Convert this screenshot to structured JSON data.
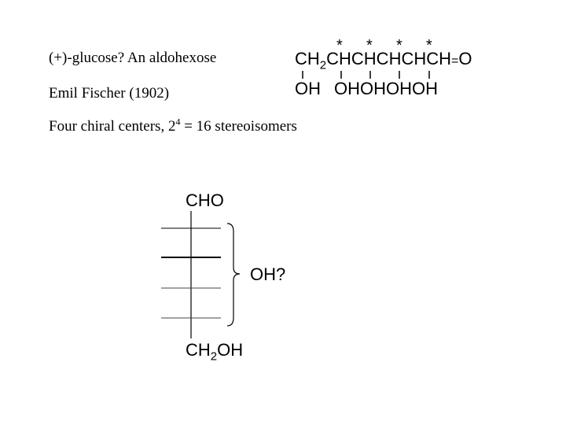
{
  "lines": {
    "line1": "(+)-glucose?  An aldohexose",
    "line2": "Emil Fischer (1902)",
    "line3_pre": "Four chiral centers, 2",
    "line3_exp": "4",
    "line3_post": " = 16 stereoisomers"
  },
  "formula": {
    "top": {
      "ch2_main": "CH",
      "ch2_sub": "2",
      "chain": "CHCHCHCHCH",
      "eq": "=",
      "o": "O"
    },
    "stars": [
      "*",
      "*",
      "*",
      "*"
    ],
    "bottom_oh1": "OH",
    "bottom_oh2": "OHOHOHOH"
  },
  "fischer": {
    "top_label": "CHO",
    "bottom_main": "CH",
    "bottom_sub": "2",
    "bottom_end": "OH",
    "brace_label": "OH?",
    "stereocenters": 4
  }
}
